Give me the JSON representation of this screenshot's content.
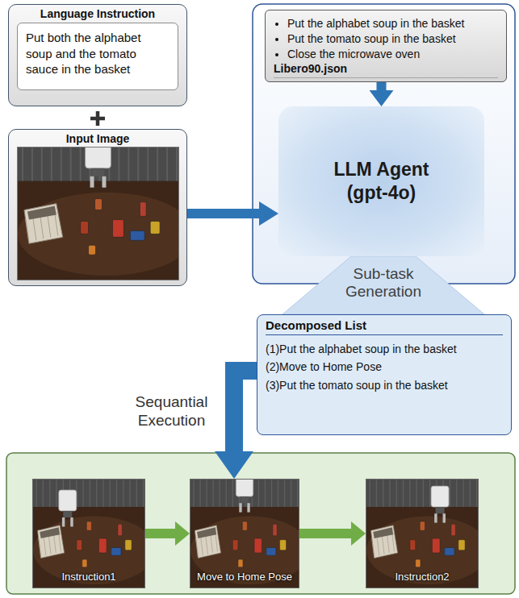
{
  "diagram": {
    "nodes": [
      {
        "text": [
          "Language Instruction"
        ]
      },
      {
        "text": [
          "Put both the alphabet soup and the tomato sauce in the basket"
        ],
        "in": 0
      },
      {
        "text": [
          "Input Image"
        ]
      },
      {
        "text": [
          "Libero90.json",
          "Put the alphabet soup in the basket",
          "Put the tomato soup in the basket",
          "Close the microwave oven"
        ]
      },
      {
        "text": [
          "LLM Agent (gpt-4o)"
        ]
      },
      {
        "text": [
          "Sub-task Generation"
        ]
      },
      {
        "text": [
          "Decomposed List",
          "(1)Put the alphabet soup in the basket",
          "(2)Move to Home Pose",
          "(3)Put the tomato soup in the basket"
        ]
      },
      {
        "text": [
          "Instruction1"
        ]
      },
      {
        "text": [
          "Move to Home Pose"
        ]
      },
      {
        "text": [
          "Instruction2"
        ]
      }
    ],
    "edges": [
      {
        "from": 2,
        "to": 4,
        "arrow": "to"
      },
      {
        "from": 3,
        "to": 4,
        "arrow": "to"
      },
      {
        "from": 6,
        "to": 8,
        "arrow": "to"
      },
      {
        "from": 7,
        "to": 8,
        "arrow": "to"
      },
      {
        "from": 8,
        "to": 9,
        "arrow": "to"
      }
    ],
    "labels": [
      "Sequantial Execution"
    ]
  }
}
